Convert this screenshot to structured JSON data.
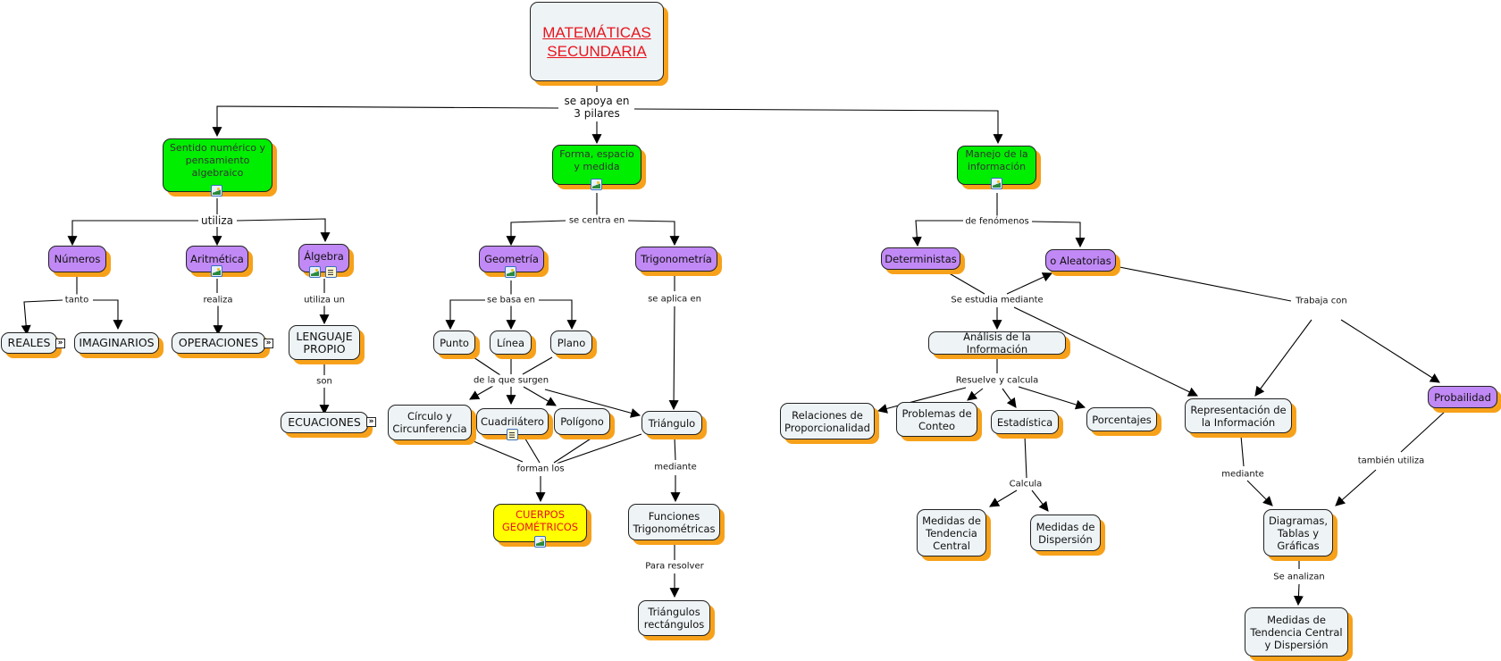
{
  "title": "MATEMÁTICAS SECUNDARIA",
  "colors": {
    "root_text": "#e8141e",
    "pillar": "#00ee00",
    "category": "#c189f5",
    "concept": "#eef3f5",
    "highlight": "#ffff00",
    "shadow": "#f7a11a",
    "line": "#000000"
  },
  "nodes": {
    "root": "MATEMÁTICAS SECUNDARIA",
    "sentido": "Sentido numérico y pensamiento algebraico",
    "forma": "Forma, espacio y medida",
    "manejo": "Manejo de la información",
    "numeros": "Números",
    "aritmetica": "Aritmética",
    "algebra": "Álgebra",
    "reales": "REALES",
    "imaginarios": "IMAGINARIOS",
    "operaciones": "OPERACIONES",
    "lenguaje": "LENGUAJE PROPIO",
    "ecuaciones": "ECUACIONES",
    "geometria": "Geometría",
    "trigonometria": "Trigonometría",
    "punto": "Punto",
    "linea": "Línea",
    "plano": "Plano",
    "circulo": "Círculo y Circunferencia",
    "cuadrilatero": "Cuadrilátero",
    "poligono": "Polígono",
    "triangulo": "Triángulo",
    "cuerpos": "CUERPOS GEOMÉTRICOS",
    "funciones": "Funciones Trigonométricas",
    "rectangulos": "Triángulos rectángulos",
    "deterministas": "Deterministas",
    "aleatorias": "o Aleatorias",
    "analisis": "Análisis de la Información",
    "relaciones": "Relaciones de Proporcionalidad",
    "conteo": "Problemas de Conteo",
    "estadistica": "Estadística",
    "porcentajes": "Porcentajes",
    "tendencia": "Medidas de Tendencia Central",
    "dispersion": "Medidas de Dispersión",
    "representacion": "Representación de la Información",
    "probabilidad": "Probailidad",
    "diagramas": "Diagramas, Tablas y Gráficas",
    "tendencia_disp": "Medidas de Tendencia Central y Dispersión"
  },
  "links": {
    "apoya": "se apoya en\n3 pilares",
    "utiliza": "utiliza",
    "tanto": "tanto",
    "realiza": "realiza",
    "utiliza_un": "utiliza un",
    "son": "son",
    "centra": "se centra en",
    "basa": "se basa en",
    "aplica": "se aplica en",
    "surgen": "de la que surgen",
    "forman": "forman los",
    "mediante_tri": "mediante",
    "para_resolver": "Para resolver",
    "fenomenos": "de fenómenos",
    "estudia": "Se estudia mediante",
    "trabaja": "Trabaja con",
    "resuelve": "Resuelve y calcula",
    "calcula": "Calcula",
    "mediante_rep": "mediante",
    "tambien": "también utiliza",
    "analizan": "Se analizan"
  },
  "resource_icons": {
    "image": "image-resource-icon",
    "document": "document-resource-icon",
    "nested_map": "nested-map-arrow-icon"
  }
}
